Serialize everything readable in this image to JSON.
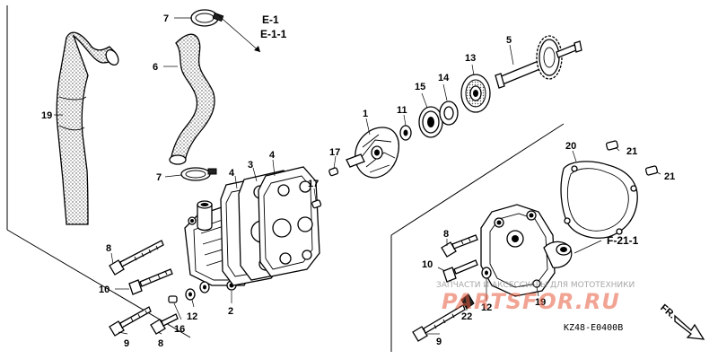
{
  "callouts": {
    "c19": "19",
    "c7a": "7",
    "c6": "6",
    "c7b": "7",
    "c4a": "4",
    "c3": "3",
    "c4b": "4",
    "c17a": "17",
    "c17b": "17",
    "c8a": "8",
    "c10a": "10",
    "c12a": "12",
    "c16": "16",
    "c2": "2",
    "c9a": "9",
    "c8b": "8",
    "c1": "1",
    "c11": "11",
    "c15": "15",
    "c14": "14",
    "c13": "13",
    "c5": "5",
    "c20": "20",
    "c21a": "21",
    "c21b": "21",
    "c8c": "8",
    "c10b": "10",
    "c22": "22",
    "c12b": "12",
    "c19b": "19",
    "c9b": "9"
  },
  "refs": {
    "e1": "E-1",
    "e11": "E-1-1",
    "f211": "F-21-1"
  },
  "front_label": "FR.",
  "diagram_code": "KZ48-E0400B",
  "watermark": {
    "text": "ЗАПЧАСТИ И АКСЕССУАРЫ ДЛЯ МОТОТЕХНИКИ",
    "logo": "PARTSFOR.RU"
  }
}
